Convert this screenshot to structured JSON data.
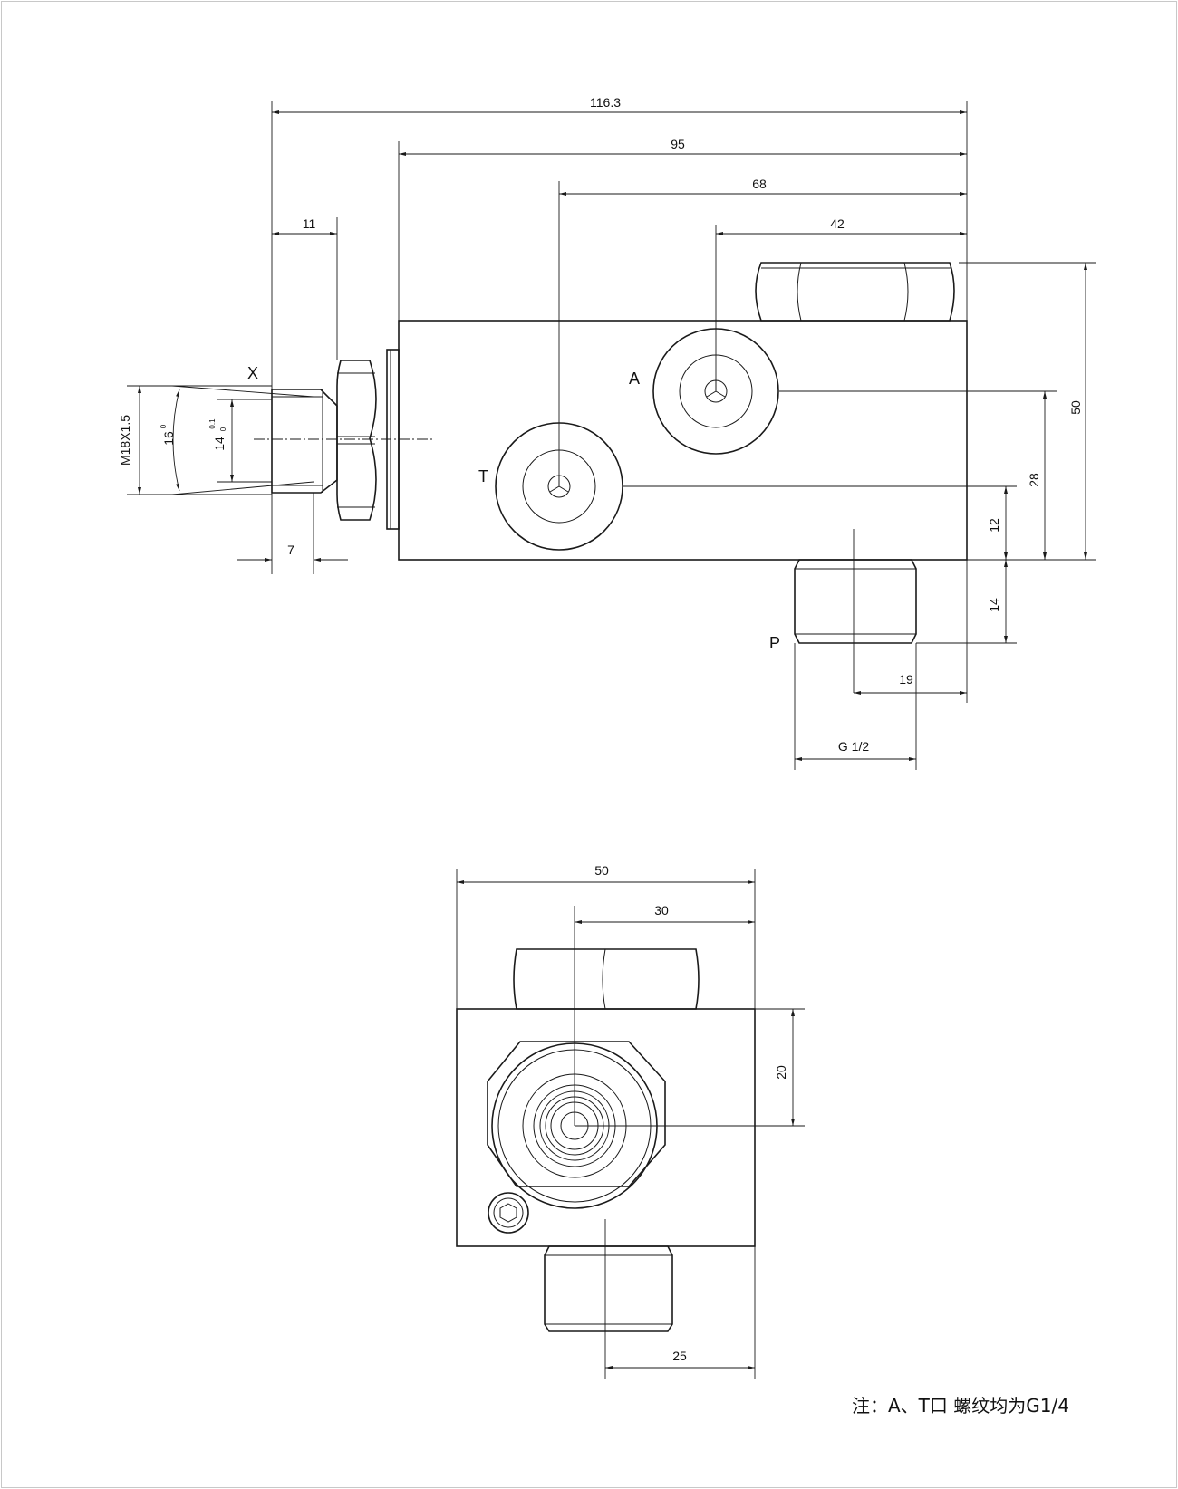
{
  "side_view": {
    "port_labels": {
      "x": "X",
      "a": "A",
      "t": "T",
      "p": "P"
    },
    "dims": {
      "overall_length": "116.3",
      "body_to_end": "95",
      "port_t_position": "68",
      "port_a_position": "42",
      "pilot_thread_length": "11",
      "pilot_tip_length": "7",
      "pilot_thread": "M18X1.5",
      "cone_angle": "16",
      "cone_angle_unit": "0",
      "pilot_bore": "14",
      "pilot_bore_tol_upper": "0.1",
      "pilot_bore_tol_lower": "0",
      "body_height": "50",
      "port_a_height": "28",
      "port_t_height": "12",
      "p_fitting_height": "14",
      "p_fitting_offset": "19",
      "p_thread": "G 1/2"
    }
  },
  "end_view": {
    "dims": {
      "width": "50",
      "center_offset": "30",
      "center_height": "20",
      "p_fitting_offset": "25"
    }
  },
  "note": "注：A、T口 螺纹均为G1/4"
}
